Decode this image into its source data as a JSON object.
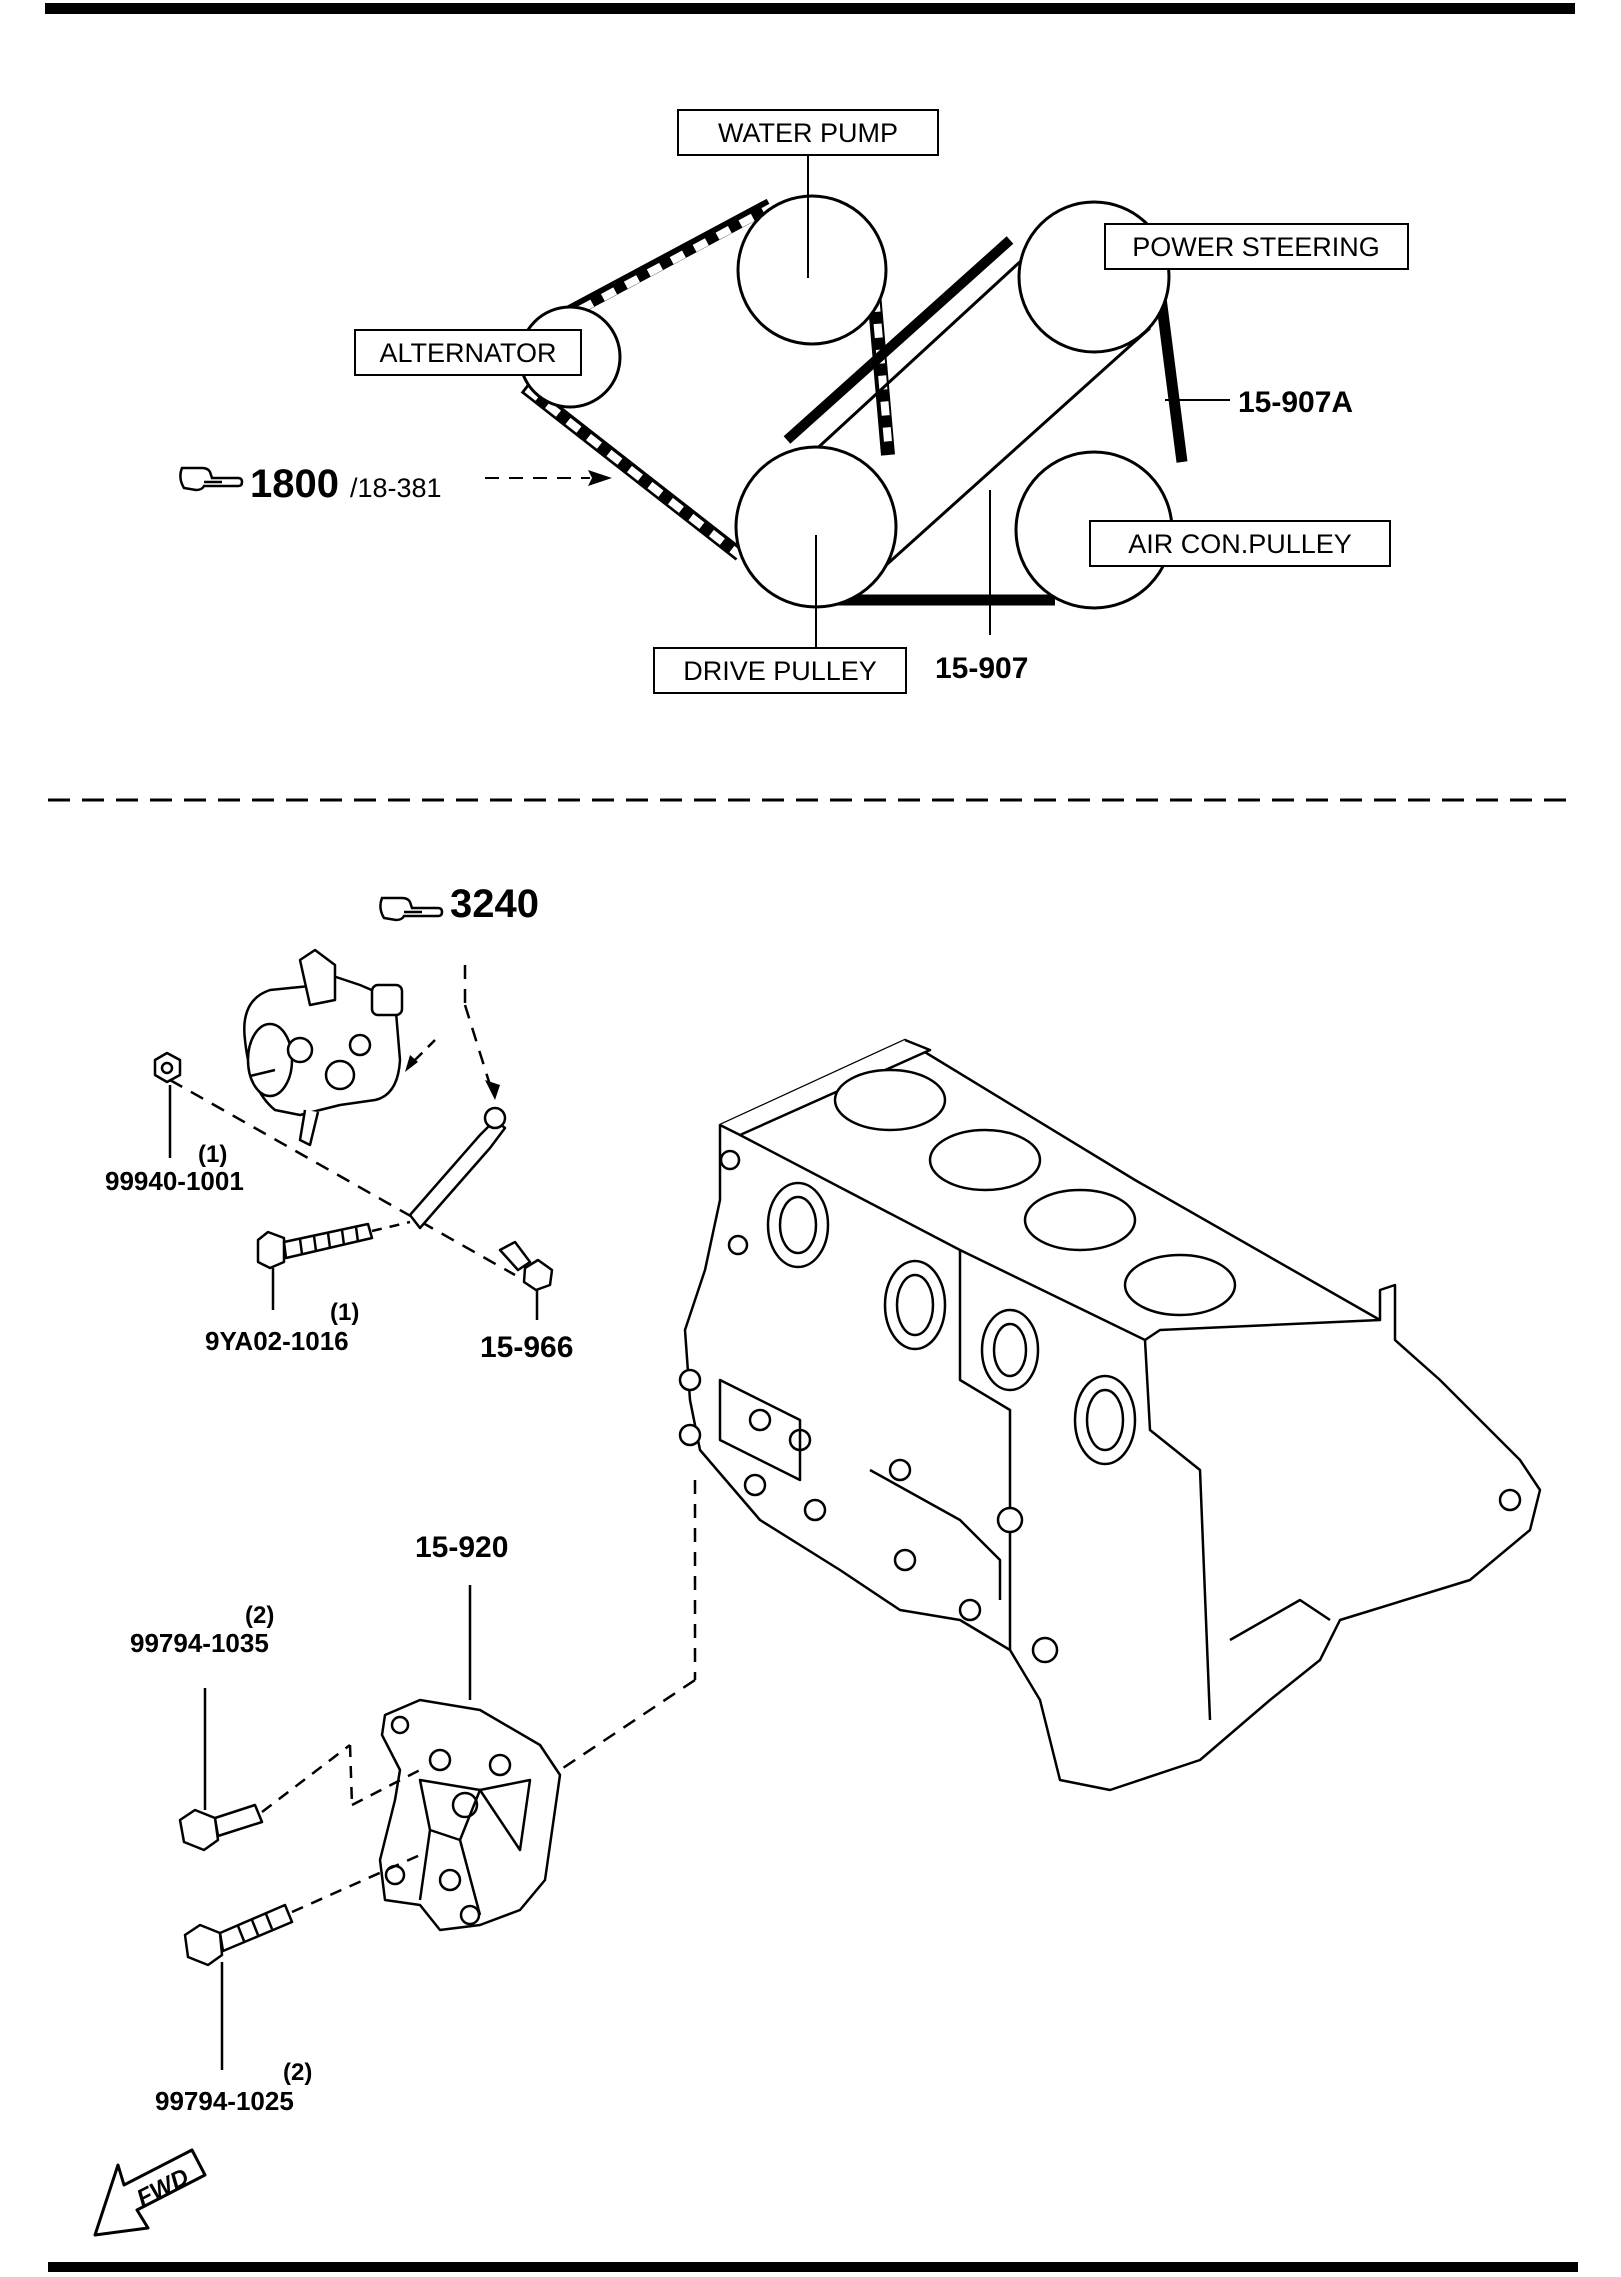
{
  "belt_diagram": {
    "labels": {
      "water_pump": "WATER PUMP",
      "power_steering": "POWER STEERING",
      "alternator": "ALTERNATOR",
      "air_con_pulley": "AIR CON.PULLEY",
      "drive_pulley": "DRIVE PULLEY"
    },
    "part_numbers": {
      "belt_ps_ac": "15-907A",
      "belt_main": "15-907"
    },
    "reference": {
      "primary": "1800",
      "secondary": "/18-381"
    }
  },
  "bracket_diagram": {
    "reference": "3240",
    "parts": {
      "nut": {
        "number": "99940-1001",
        "qty": "(1)"
      },
      "long_bolt": {
        "number": "9YA02-1016",
        "qty": "(1)"
      },
      "bolt_small": {
        "number": "15-966"
      },
      "bracket": {
        "number": "15-920"
      },
      "upper_bracket_bolt": {
        "number": "99794-1035",
        "qty": "(2)"
      },
      "lower_bracket_bolt": {
        "number": "99794-1025",
        "qty": "(2)"
      }
    },
    "fwd_label": "FWD"
  },
  "colors": {
    "ink": "#000000",
    "paper": "#ffffff"
  }
}
